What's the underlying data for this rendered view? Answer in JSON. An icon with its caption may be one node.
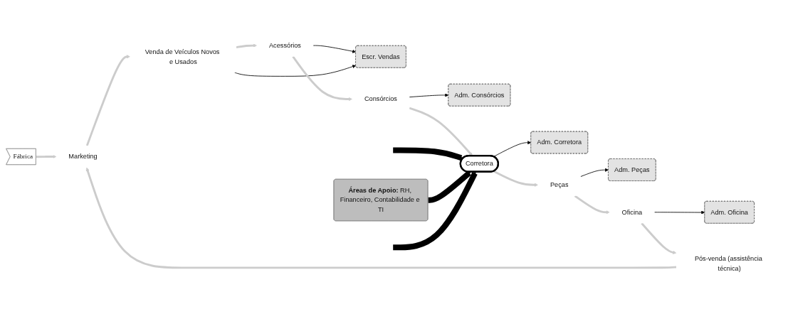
{
  "diagram": {
    "nodes": [
      {
        "text": [
          "Fábrica"
        ]
      },
      {
        "text": [
          "Marketing"
        ]
      },
      {
        "text": [
          "Venda de Veículos Novos e Usados"
        ]
      },
      {
        "text": [
          "Acessórios"
        ]
      },
      {
        "text": [
          "Escr. Vendas"
        ]
      },
      {
        "text": [
          "Consórcios"
        ]
      },
      {
        "text": [
          "Adm. Consórcios"
        ]
      },
      {
        "text": [
          "**Áreas de Apoio:** RH, Financeiro, Contabilidade e TI"
        ]
      },
      {
        "text": [
          "Corretora"
        ]
      },
      {
        "text": [
          "Adm. Corretora"
        ]
      },
      {
        "text": [
          "Adm. Peças"
        ]
      },
      {
        "text": [
          "Peças"
        ]
      },
      {
        "text": [
          "Adm. Oficina"
        ]
      },
      {
        "text": [
          "Oficina"
        ]
      },
      {
        "text": [
          "Pós-venda (assistência técnica)"
        ]
      }
    ],
    "edges": [
      {
        "from": 0,
        "to": 1,
        "arrow": "to"
      },
      {
        "from": 1,
        "to": 2,
        "arrow": "to"
      },
      {
        "from": 2,
        "to": 3,
        "arrow": "to"
      },
      {
        "from": 3,
        "to": 4,
        "arrow": "to",
        "color": "#000000"
      },
      {
        "from": 2,
        "to": 4,
        "arrow": "to",
        "color": "#000000"
      },
      {
        "from": 3,
        "to": 5,
        "arrow": "to"
      },
      {
        "from": 5,
        "to": 6,
        "arrow": "to",
        "color": "#000000"
      },
      {
        "from": 5,
        "to": 8,
        "arrow": "to"
      },
      {
        "from": null,
        "to": 8,
        "arrow": "to",
        "style": "thick",
        "color": "#000000"
      },
      {
        "from": 7,
        "to": 8,
        "arrow": "to",
        "style": "thick",
        "color": "#000000"
      },
      {
        "from": null,
        "to": 8,
        "arrow": "to",
        "style": "thick",
        "color": "#000000"
      },
      {
        "from": 8,
        "to": 9,
        "arrow": "to",
        "color": "#000000"
      },
      {
        "from": 8,
        "to": 11,
        "arrow": "to"
      },
      {
        "from": 11,
        "to": 10,
        "arrow": "to",
        "color": "#000000"
      },
      {
        "from": 11,
        "to": 13,
        "arrow": "to"
      },
      {
        "from": 13,
        "to": 12,
        "arrow": "to",
        "color": "#000000"
      },
      {
        "from": 13,
        "to": 14,
        "arrow": "to"
      },
      {
        "from": 14,
        "to": 1,
        "arrow": "to"
      }
    ]
  }
}
